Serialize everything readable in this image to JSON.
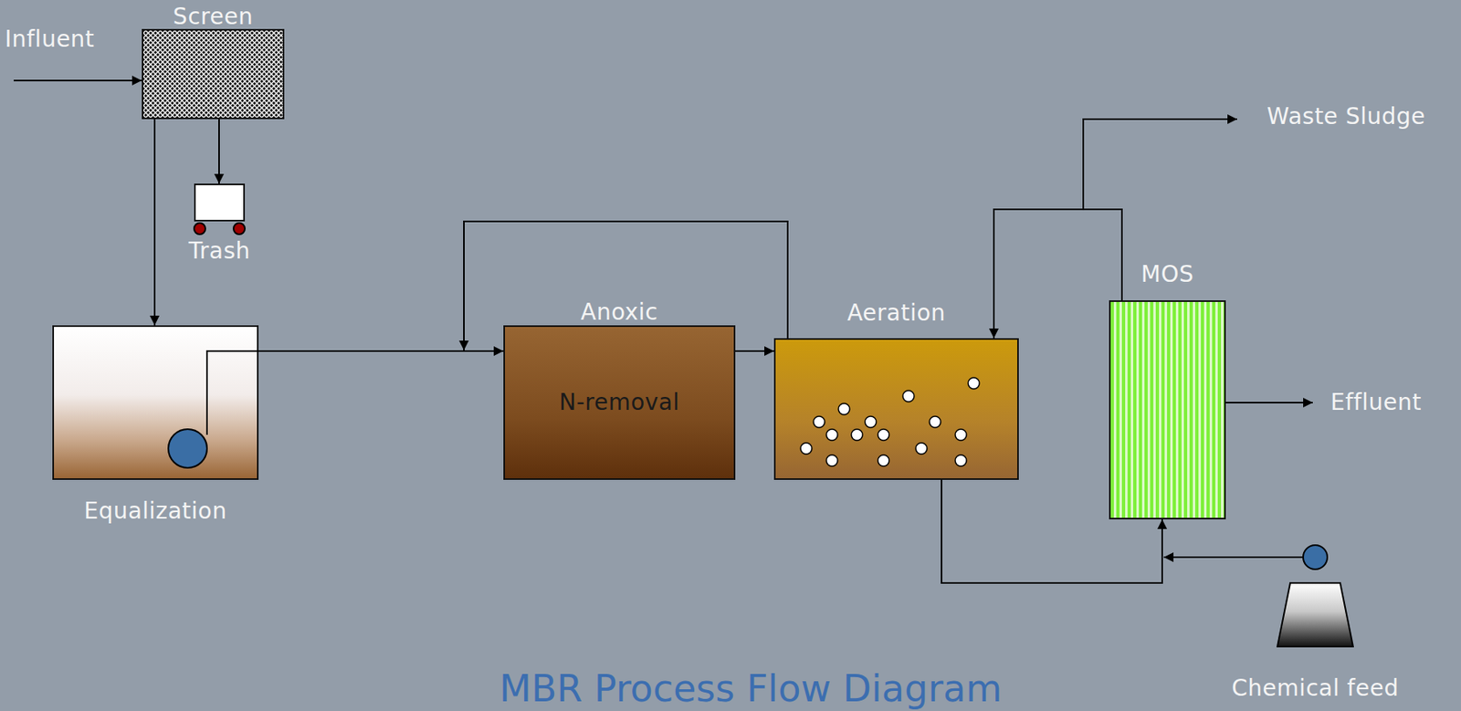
{
  "diagram": {
    "title": "MBR Process Flow Diagram",
    "nodes": [
      {
        "text": [
          "Screen"
        ]
      },
      {
        "text": [
          "Trash"
        ]
      },
      {
        "text": [
          "Equalization"
        ]
      },
      {
        "text": [
          "Anoxic",
          "N-removal"
        ]
      },
      {
        "text": [
          "Aeration"
        ]
      },
      {
        "text": [
          "MOS"
        ]
      },
      {
        "text": [
          "Chemical feed"
        ]
      }
    ],
    "edges": [
      {
        "from": 0,
        "to": 2,
        "arrow": "to"
      },
      {
        "from": 0,
        "to": 1,
        "arrow": "to"
      },
      {
        "from": 2,
        "to": 3,
        "arrow": "to"
      },
      {
        "from": 3,
        "to": 4,
        "arrow": "to"
      },
      {
        "from": 4,
        "to": 3,
        "arrow": "to"
      },
      {
        "from": 4,
        "to": 5,
        "arrow": "to"
      },
      {
        "from": 5,
        "to": 4,
        "arrow": "to"
      },
      {
        "from": 6,
        "to": 5,
        "arrow": "to"
      }
    ],
    "labels": [
      "Influent",
      "Effluent",
      "Waste Sludge"
    ]
  }
}
